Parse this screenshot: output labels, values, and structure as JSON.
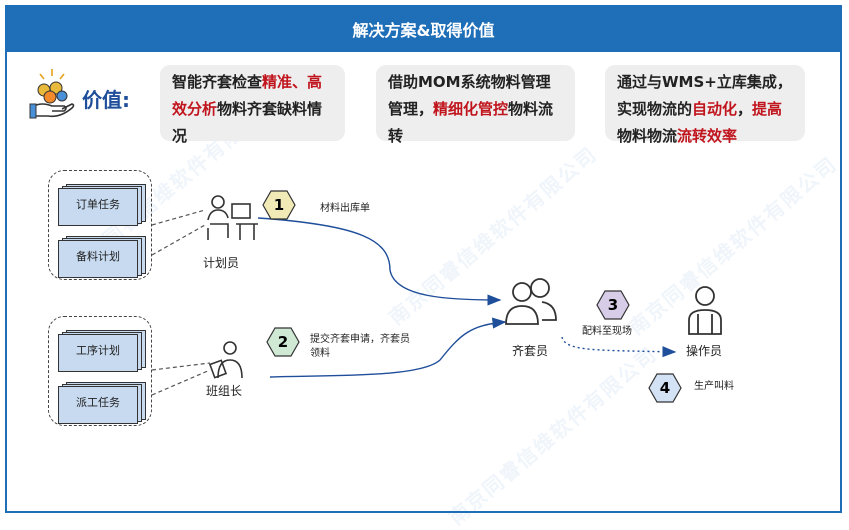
{
  "header": {
    "title": "解决方案&取得价值"
  },
  "value": {
    "label": "价值:",
    "boxes": [
      {
        "parts": [
          {
            "t": "智能齐套检查",
            "hl": false
          },
          {
            "t": "精准、",
            "hl": true
          },
          {
            "t": "高效分析",
            "hl": true
          },
          {
            "t": "物料齐套缺料情况",
            "hl": false
          }
        ]
      },
      {
        "parts": [
          {
            "t": "借助MOM系统物料管理管理，",
            "hl": false
          },
          {
            "t": "精细化管控",
            "hl": true
          },
          {
            "t": "物料流转",
            "hl": false
          }
        ]
      },
      {
        "parts": [
          {
            "t": "通过与WMS+立库集成，实现物流的",
            "hl": false
          },
          {
            "t": "自动化",
            "hl": true
          },
          {
            "t": "，",
            "hl": false
          },
          {
            "t": "提高",
            "hl": true
          },
          {
            "t": "物料物流",
            "hl": false
          },
          {
            "t": "流转效率",
            "hl": true
          }
        ]
      }
    ]
  },
  "tasks": {
    "top": [
      "订单任务",
      "备料计划"
    ],
    "bottom": [
      "工序计划",
      "派工任务"
    ]
  },
  "roles": {
    "planner": "计划员",
    "team_leader": "班组长",
    "kitter": "齐套员",
    "operator": "操作员"
  },
  "steps": [
    {
      "num": "1",
      "text": "材料出库单",
      "color": "#f2eab6"
    },
    {
      "num": "2",
      "text": "提交齐套申请，齐套员领料",
      "color": "#cfe9d4"
    },
    {
      "num": "3",
      "text": "配料至现场",
      "color": "#d8cde8"
    },
    {
      "num": "4",
      "text": "生产叫料",
      "color": "#d3e3f5"
    }
  ],
  "colors": {
    "header": "#1f6fb8",
    "highlight": "#c0151d",
    "arrow": "#1f4e9a"
  }
}
